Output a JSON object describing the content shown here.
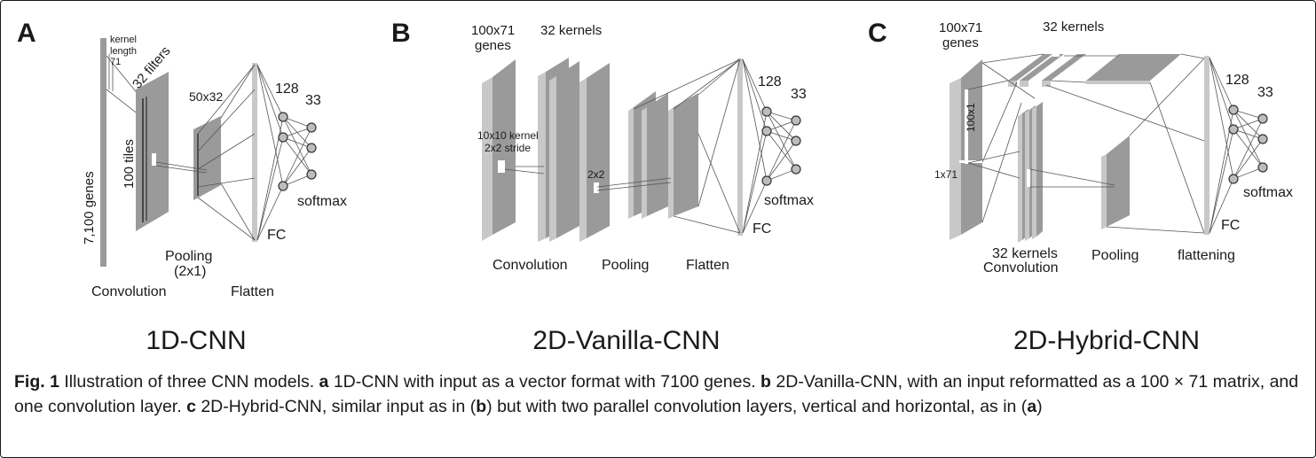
{
  "panels": {
    "a": {
      "letter": "A",
      "title": "1D-CNN",
      "kernel_line1": "kernel",
      "kernel_line2": "length",
      "kernel_line3": "71",
      "filters": "32 filters",
      "genes": "7,100 genes",
      "tiles": "100 tiles",
      "pool_size": "50x32",
      "fc_units": "128",
      "classes": "33",
      "softmax": "softmax",
      "fc": "FC",
      "pooling_line1": "Pooling",
      "pooling_line2": "(2x1)",
      "convolution": "Convolution",
      "flatten": "Flatten"
    },
    "b": {
      "letter": "B",
      "title": "2D-Vanilla-CNN",
      "input_line1": "100x71",
      "input_line2": "genes",
      "kernels": "32 kernels",
      "kernel_line1": "10x10 kernel",
      "kernel_line2": "2x2 stride",
      "pool": "2x2",
      "fc_units": "128",
      "classes": "33",
      "softmax": "softmax",
      "fc": "FC",
      "convolution": "Convolution",
      "pooling": "Pooling",
      "flatten": "Flatten"
    },
    "c": {
      "letter": "C",
      "title": "2D-Hybrid-CNN",
      "input_line1": "100x71",
      "input_line2": "genes",
      "kernels_top": "32 kernels",
      "vertical_kernel": "100x1",
      "horizontal_kernel": "1x71",
      "kernels_bottom": "32 kernels",
      "convolution": "Convolution",
      "pooling": "Pooling",
      "flattening": "flattening",
      "fc_units": "128",
      "classes": "33",
      "softmax": "softmax",
      "fc": "FC"
    }
  },
  "caption": {
    "fig": "Fig. 1",
    "t1": " Illustration of three CNN models. ",
    "a": "a",
    "t2": " 1D-CNN with input as a vector format with 7100 genes. ",
    "b": "b",
    "t3": " 2D-Vanilla-CNN, with an input reformatted as a 100 × 71 matrix, and one convolution layer. ",
    "c": "c",
    "t4": " 2D-Hybrid-CNN, similar input as in (",
    "b2": "b",
    "t5": ") but with two parallel convolution layers, vertical and horizontal, as in (",
    "a2": "a",
    "t6": ")"
  },
  "colors": {
    "layer": "#9a9a9a",
    "layer_light": "#c8c8c8",
    "node_fill": "#bdbdbd",
    "text": "#1a1a1a"
  }
}
